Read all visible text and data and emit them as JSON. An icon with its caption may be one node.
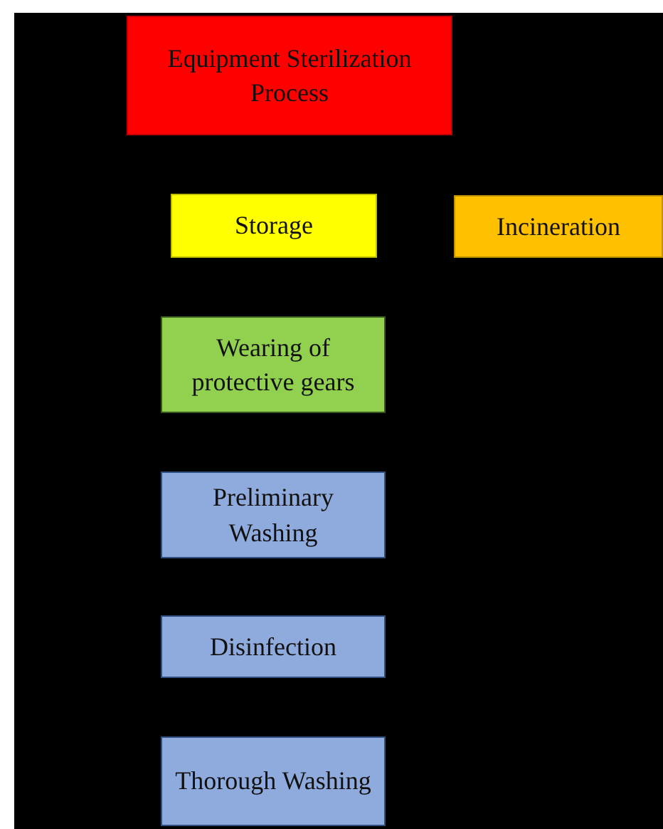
{
  "diagram": {
    "nodes": [
      {
        "text": [
          "Equipment Sterilization Process"
        ]
      },
      {
        "text": [
          "Storage"
        ]
      },
      {
        "text": [
          "Incineration"
        ]
      },
      {
        "text": [
          "Wearing of protective gears"
        ]
      },
      {
        "text": [
          "Preliminary Washing"
        ]
      },
      {
        "text": [
          "Disinfection"
        ]
      },
      {
        "text": [
          "Thorough Washing"
        ]
      }
    ]
  }
}
